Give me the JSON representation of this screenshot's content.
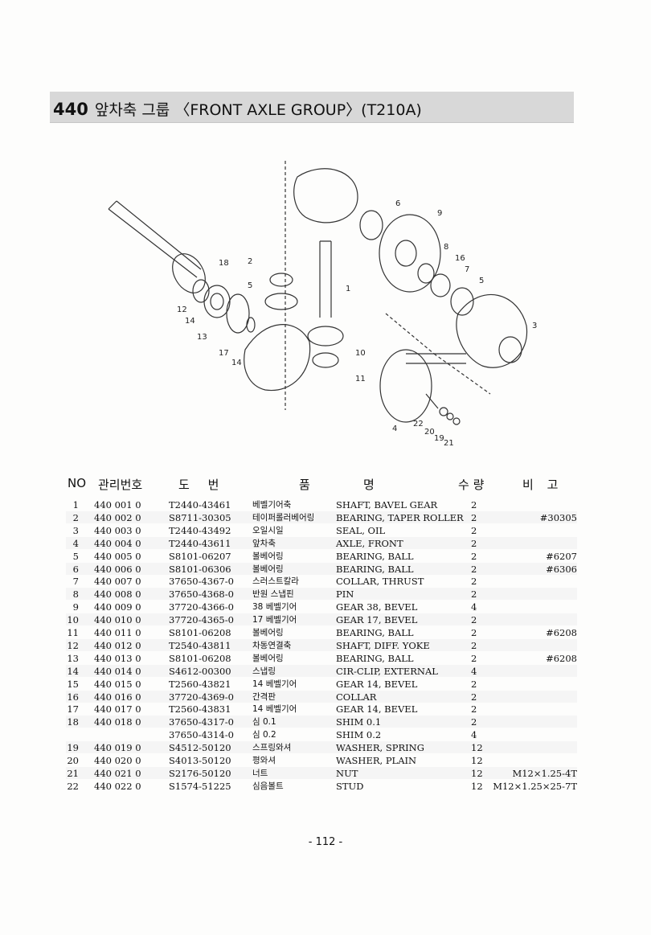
{
  "header": {
    "number": "440",
    "title": "앞차축 그룹 〈FRONT AXLE GROUP〉(T210A)"
  },
  "columns": {
    "no": "NO",
    "mgmt": "관리번호",
    "drawing": "도 번",
    "name_kr": "품",
    "name_en": "명",
    "qty": "수 량",
    "remark": "비 고"
  },
  "callouts": [
    "1",
    "2",
    "3",
    "4",
    "5",
    "6",
    "7",
    "8",
    "9",
    "10",
    "11",
    "12",
    "13",
    "14",
    "14",
    "16",
    "17",
    "18",
    "19",
    "20",
    "21",
    "22"
  ],
  "parts": [
    {
      "no": "1",
      "mgmt": "440  001  0",
      "drawing": "T2440-43461",
      "name_kr": "베벨기어축",
      "name_en": "SHAFT, BAVEL GEAR",
      "qty": "2",
      "remark": ""
    },
    {
      "no": "2",
      "mgmt": "440  002  0",
      "drawing": "S8711-30305",
      "name_kr": "테이퍼롤러베어링",
      "name_en": "BEARING, TAPER ROLLER",
      "qty": "2",
      "remark": "#30305"
    },
    {
      "no": "3",
      "mgmt": "440  003  0",
      "drawing": "T2440-43492",
      "name_kr": "오일시일",
      "name_en": "SEAL, OIL",
      "qty": "2",
      "remark": ""
    },
    {
      "no": "4",
      "mgmt": "440  004  0",
      "drawing": "T2440-43611",
      "name_kr": "앞차축",
      "name_en": "AXLE, FRONT",
      "qty": "2",
      "remark": ""
    },
    {
      "no": "5",
      "mgmt": "440  005  0",
      "drawing": "S8101-06207",
      "name_kr": "볼베어링",
      "name_en": "BEARING, BALL",
      "qty": "2",
      "remark": "#6207"
    },
    {
      "no": "6",
      "mgmt": "440  006  0",
      "drawing": "S8101-06306",
      "name_kr": "볼베어링",
      "name_en": "BEARING, BALL",
      "qty": "2",
      "remark": "#6306"
    },
    {
      "no": "7",
      "mgmt": "440  007  0",
      "drawing": "37650-4367-0",
      "name_kr": "스러스트칼라",
      "name_en": "COLLAR, THRUST",
      "qty": "2",
      "remark": ""
    },
    {
      "no": "8",
      "mgmt": "440  008  0",
      "drawing": "37650-4368-0",
      "name_kr": "반원 스냅핀",
      "name_en": "PIN",
      "qty": "2",
      "remark": ""
    },
    {
      "no": "9",
      "mgmt": "440  009  0",
      "drawing": "37720-4366-0",
      "name_kr": "38 베벨기어",
      "name_en": "GEAR 38, BEVEL",
      "qty": "4",
      "remark": ""
    },
    {
      "no": "10",
      "mgmt": "440  010  0",
      "drawing": "37720-4365-0",
      "name_kr": "17 베벨기어",
      "name_en": "GEAR 17, BEVEL",
      "qty": "2",
      "remark": ""
    },
    {
      "no": "11",
      "mgmt": "440  011  0",
      "drawing": "S8101-06208",
      "name_kr": "볼베어링",
      "name_en": "BEARING, BALL",
      "qty": "2",
      "remark": "#6208"
    },
    {
      "no": "12",
      "mgmt": "440  012  0",
      "drawing": "T2540-43811",
      "name_kr": "차동연결축",
      "name_en": "SHAFT, DIFF. YOKE",
      "qty": "2",
      "remark": ""
    },
    {
      "no": "13",
      "mgmt": "440  013  0",
      "drawing": "S8101-06208",
      "name_kr": "볼베어링",
      "name_en": "BEARING, BALL",
      "qty": "2",
      "remark": "#6208"
    },
    {
      "no": "14",
      "mgmt": "440  014  0",
      "drawing": "S4612-00300",
      "name_kr": "스냅링",
      "name_en": "CIR-CLIP, EXTERNAL",
      "qty": "4",
      "remark": ""
    },
    {
      "no": "15",
      "mgmt": "440  015  0",
      "drawing": "T2560-43821",
      "name_kr": "14 베벨기어",
      "name_en": "GEAR 14, BEVEL",
      "qty": "2",
      "remark": ""
    },
    {
      "no": "16",
      "mgmt": "440  016  0",
      "drawing": "37720-4369-0",
      "name_kr": "간격판",
      "name_en": "COLLAR",
      "qty": "2",
      "remark": ""
    },
    {
      "no": "17",
      "mgmt": "440  017  0",
      "drawing": "T2560-43831",
      "name_kr": "14 베벨기어",
      "name_en": "GEAR 14, BEVEL",
      "qty": "2",
      "remark": ""
    },
    {
      "no": "18",
      "mgmt": "440  018  0",
      "drawing": "37650-4317-0",
      "name_kr": "심 0.1",
      "name_en": "SHIM 0.1",
      "qty": "2",
      "remark": ""
    },
    {
      "no": "",
      "mgmt": "",
      "drawing": "37650-4314-0",
      "name_kr": "심 0.2",
      "name_en": "SHIM 0.2",
      "qty": "4",
      "remark": ""
    },
    {
      "no": "19",
      "mgmt": "440  019  0",
      "drawing": "S4512-50120",
      "name_kr": "스프링와셔",
      "name_en": "WASHER, SPRING",
      "qty": "12",
      "remark": ""
    },
    {
      "no": "20",
      "mgmt": "440  020  0",
      "drawing": "S4013-50120",
      "name_kr": "평와셔",
      "name_en": "WASHER, PLAIN",
      "qty": "12",
      "remark": ""
    },
    {
      "no": "21",
      "mgmt": "440  021  0",
      "drawing": "S2176-50120",
      "name_kr": "너트",
      "name_en": "NUT",
      "qty": "12",
      "remark": "M12×1.25-4T"
    },
    {
      "no": "22",
      "mgmt": "440  022  0",
      "drawing": "S1574-51225",
      "name_kr": "심음볼트",
      "name_en": "STUD",
      "qty": "12",
      "remark": "M12×1.25×25-7T"
    }
  ],
  "page_number": "- 112 -"
}
